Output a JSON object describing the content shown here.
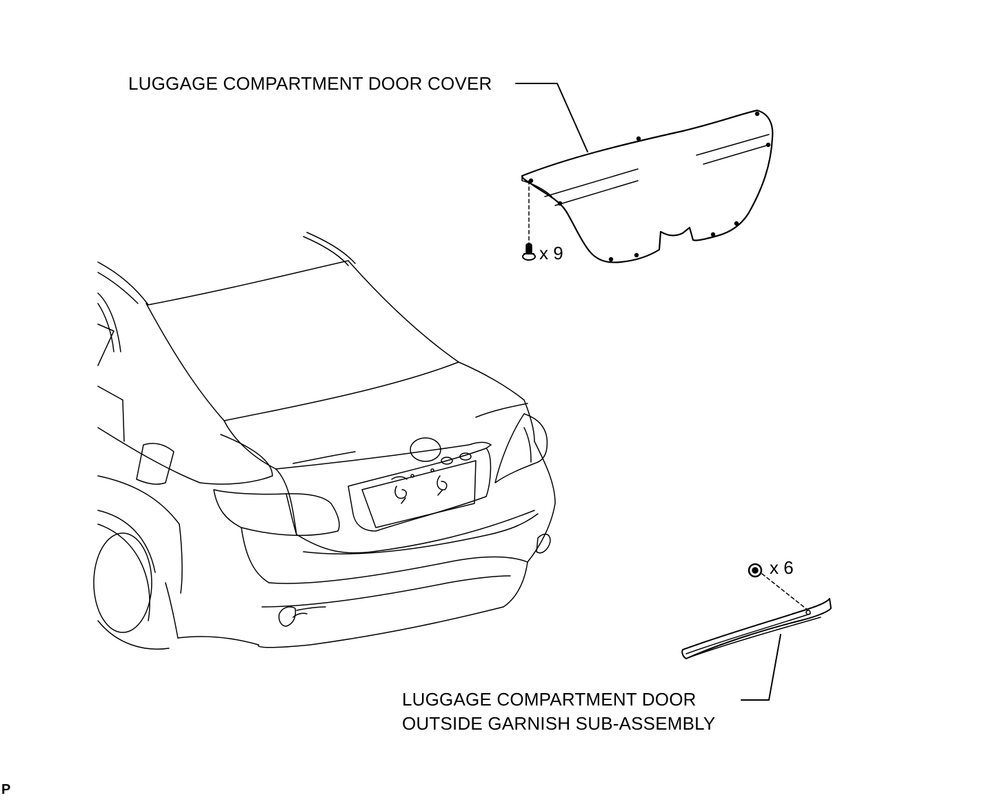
{
  "labels": {
    "door_cover": "LUGGAGE COMPARTMENT DOOR COVER",
    "garnish_line1": "LUGGAGE COMPARTMENT DOOR",
    "garnish_line2": "OUTSIDE GARNISH SUB-ASSEMBLY"
  },
  "quantities": {
    "clip_count": "x 9",
    "nut_count": "x 6"
  },
  "illustration_code": "P",
  "parts": {
    "vehicle": "car-rear-outline",
    "cover_fastener": "clip-icon",
    "garnish_fastener": "nut-icon"
  },
  "colors": {
    "line": "#000000",
    "background": "#ffffff"
  }
}
